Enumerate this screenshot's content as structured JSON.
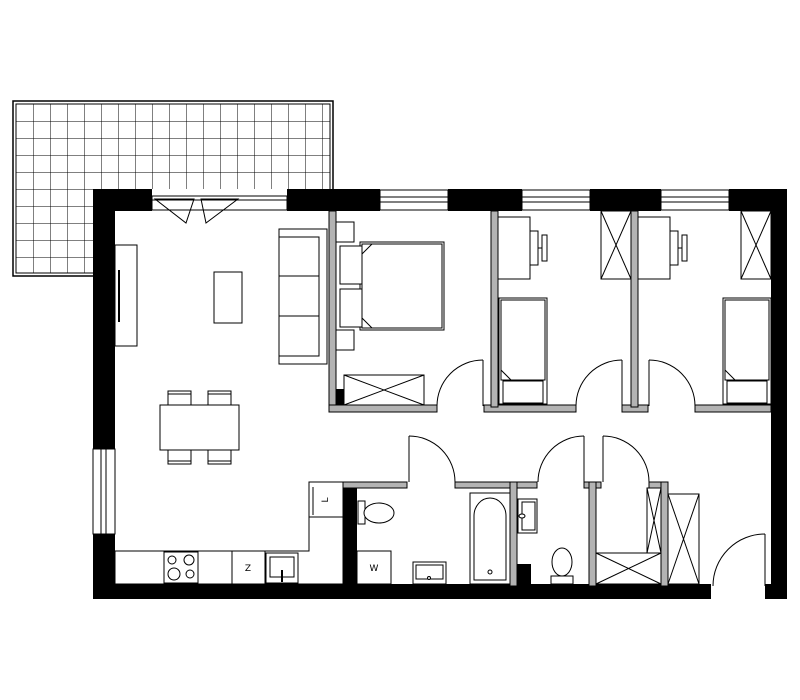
{
  "plan": {
    "labels": {
      "fridge": "L",
      "cooktop_cabinet": "Z",
      "washer": "W"
    },
    "colors": {
      "wall": "#000000",
      "partition": "#b3b3b3",
      "line": "#000000",
      "background": "#ffffff"
    }
  }
}
